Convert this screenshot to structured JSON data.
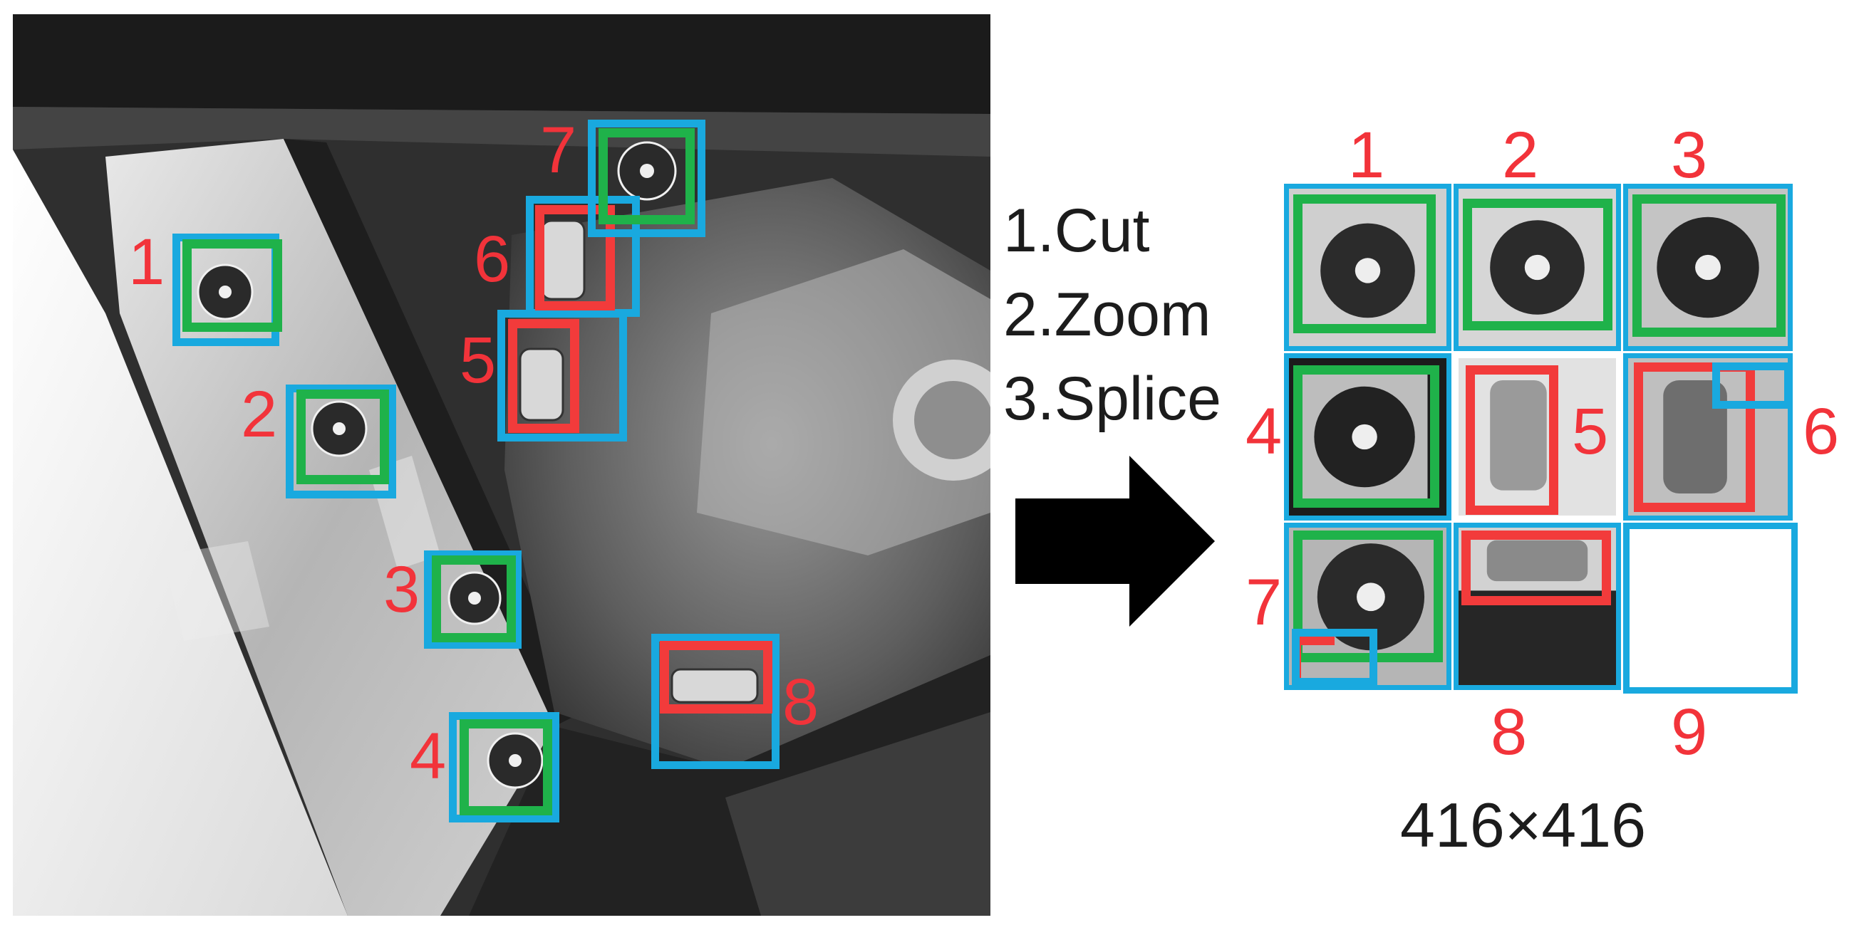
{
  "steps": [
    "1.Cut",
    "2.Zoom",
    "3.Splice"
  ],
  "caption": "416×416",
  "left_labels": [
    "1",
    "2",
    "3",
    "4",
    "5",
    "6",
    "7",
    "8"
  ],
  "mosaic_labels": [
    "1",
    "2",
    "3",
    "4",
    "5",
    "6",
    "7",
    "8",
    "9"
  ],
  "colors": {
    "crop_box": "#19a9df",
    "round_part": "#1fb24a",
    "long_part": "#f23b3b",
    "label": "#f2333a"
  }
}
